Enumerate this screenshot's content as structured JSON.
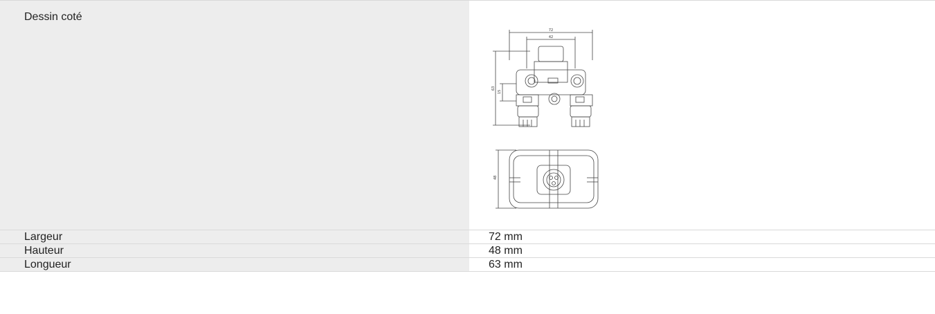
{
  "rows": [
    {
      "label": "Dessin coté"
    },
    {
      "label": "Largeur",
      "value": "72 mm"
    },
    {
      "label": "Hauteur",
      "value": "48 mm"
    },
    {
      "label": "Longueur",
      "value": "63 mm"
    }
  ],
  "drawing": {
    "dim_width_total": "72",
    "dim_width_inner": "42",
    "dim_height_total": "63",
    "dim_height_inner": "15",
    "dim_depth": "48"
  }
}
